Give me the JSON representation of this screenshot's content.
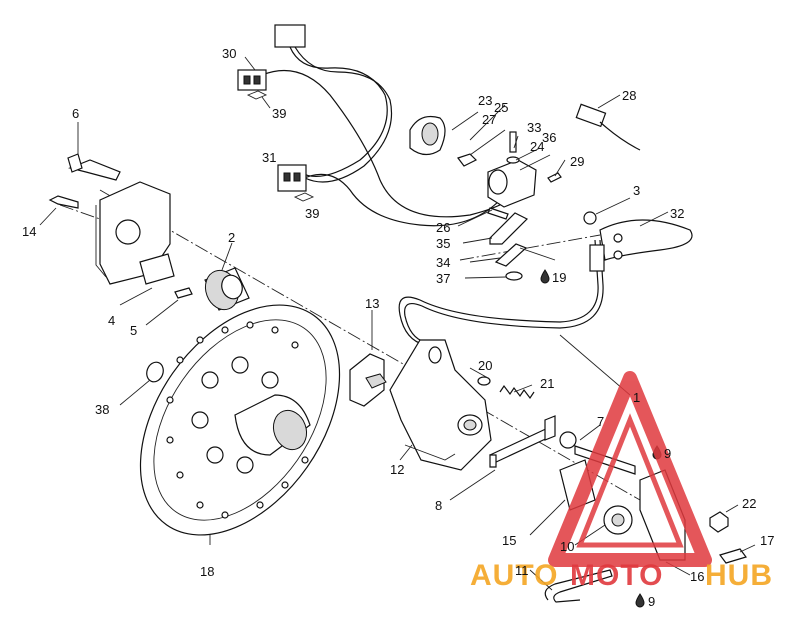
{
  "labels": {
    "l1": "1",
    "l2": "2",
    "l3": "3",
    "l4": "4",
    "l5": "5",
    "l6": "6",
    "l7": "7",
    "l8": "8",
    "l9a": "9",
    "l9b": "9",
    "l10": "10",
    "l11": "11",
    "l12": "12",
    "l13": "13",
    "l14": "14",
    "l15": "15",
    "l16": "16",
    "l17": "17",
    "l18": "18",
    "l19": "19",
    "l20": "20",
    "l21": "21",
    "l22": "22",
    "l23": "23",
    "l24": "24",
    "l25": "25",
    "l26": "26",
    "l27": "27",
    "l28": "28",
    "l29": "29",
    "l30": "30",
    "l31": "31",
    "l32": "32",
    "l33": "33",
    "l34": "34",
    "l35": "35",
    "l36": "36",
    "l37": "37",
    "l38": "38",
    "l39a": "39",
    "l39b": "39"
  },
  "watermark": {
    "part1": "AUTO",
    "part2": "MOTO",
    "part3": "HUB",
    "color_orange": "#f5a623",
    "color_red": "#e0393e"
  },
  "colors": {
    "line": "#111111",
    "background": "#ffffff"
  }
}
